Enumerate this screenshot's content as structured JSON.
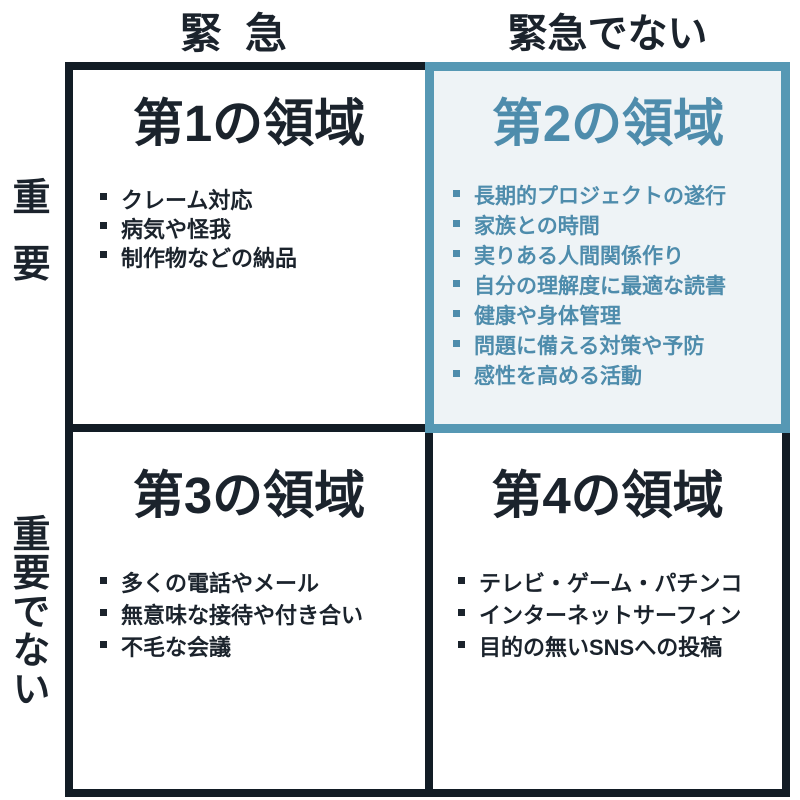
{
  "theme": {
    "dark": "#121c25",
    "dark-text": "#1b232c",
    "blue": "#5698b4",
    "blue-text": "#4e8cac",
    "light-blue": "#eef3f6"
  },
  "axis": {
    "top": [
      {
        "label": "緊急"
      },
      {
        "label": "緊急でない"
      }
    ],
    "side": [
      {
        "label": "重要"
      },
      {
        "label": "重要でない"
      }
    ]
  },
  "quadrants": [
    {
      "title": "第1の領域",
      "highlighted": false,
      "items": [
        "クレーム対応",
        "病気や怪我",
        "制作物などの納品"
      ]
    },
    {
      "title": "第2の領域",
      "highlighted": true,
      "items": [
        "長期的プロジェクトの遂行",
        "家族との時間",
        "実りある人間関係作り",
        "自分の理解度に最適な読書",
        "健康や身体管理",
        "問題に備える対策や予防",
        "感性を高める活動"
      ]
    },
    {
      "title": "第3の領域",
      "highlighted": false,
      "items": [
        "多くの電話やメール",
        "無意味な接待や付き合い",
        "不毛な会議"
      ]
    },
    {
      "title": "第4の領域",
      "highlighted": false,
      "items": [
        "テレビ・ゲーム・パチンコ",
        "インターネットサーフィン",
        "目的の無いSNSへの投稿"
      ]
    }
  ]
}
